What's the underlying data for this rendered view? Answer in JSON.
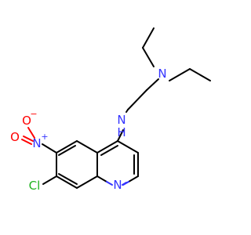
{
  "molecule": {
    "atoms": {
      "n_amine_top": "N",
      "n_amine_mid": "N",
      "h_amine_mid": "H",
      "n_nitro": "N",
      "n_nitro_charge": "+",
      "o_nitro_top": "O",
      "o_nitro_top_charge": "−",
      "o_nitro_bottom": "O",
      "cl": "Cl",
      "n_ring": "N"
    },
    "colors": {
      "carbon_bond": "#000000",
      "nitrogen": "#3333ff",
      "oxygen": "#ff0000",
      "chlorine": "#1fb21f"
    }
  }
}
